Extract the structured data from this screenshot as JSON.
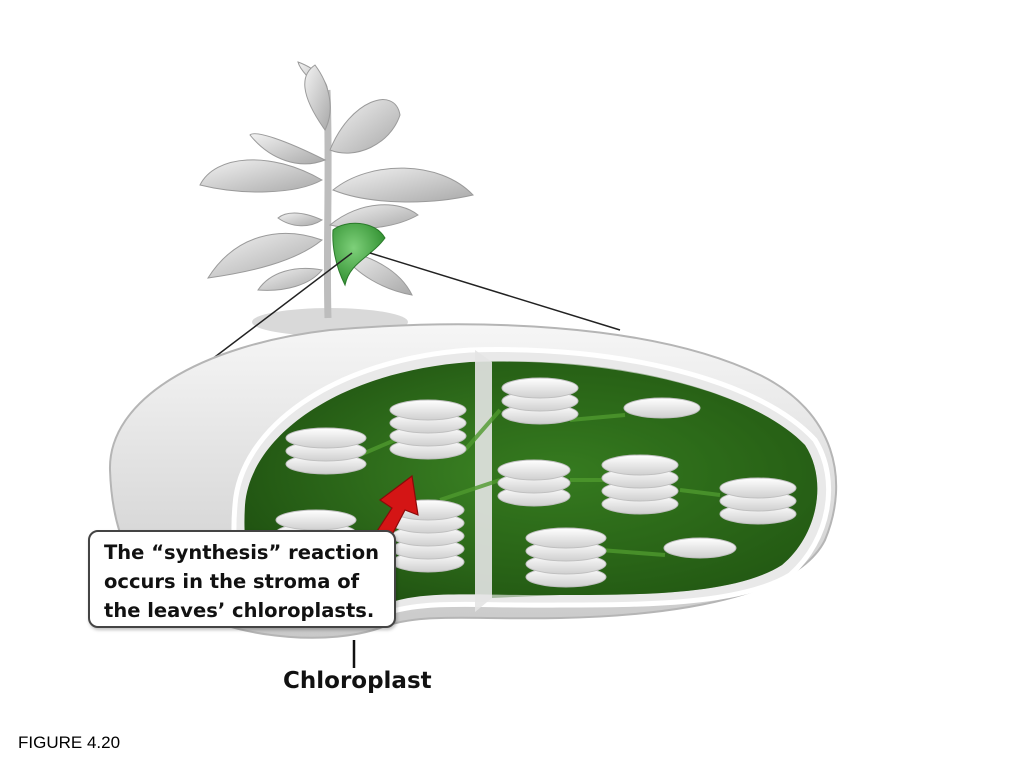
{
  "diagram": {
    "callout_lines": [
      "The “synthesis” reaction",
      "occurs in the stroma of",
      "the leaves’ chloroplasts."
    ],
    "structure_label": "Chloroplast",
    "figure_caption": "FIGURE 4.20"
  },
  "colors": {
    "stroma": "#2d6b1a",
    "stroma_dark": "#1e4c10",
    "membrane": "#e8e8e8",
    "thylakoid": "#f4f4f4",
    "arrow": "#d41515",
    "leaf_highlight": "#3aa63a"
  }
}
